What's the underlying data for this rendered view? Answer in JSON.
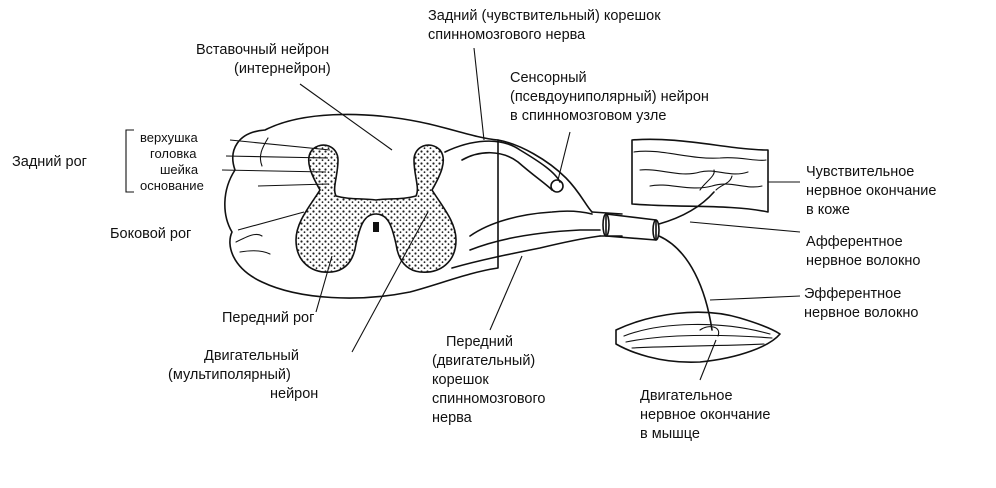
{
  "colors": {
    "ink": "#111111",
    "background": "#ffffff",
    "grey_matter": "#222222"
  },
  "labels": {
    "posterior_root": [
      "Задний (чувствительный) корешок",
      "спинномозгового нерва"
    ],
    "interneuron": [
      "Вставочный нейрон",
      "(интернейрон)"
    ],
    "sensory_neuron": [
      "Сенсорный",
      "(псевдоуниполярный) нейрон",
      "в спинномозговом узле"
    ],
    "dorsal_horn_parts": [
      "верхушка",
      "головка",
      "шейка",
      "основание"
    ],
    "dorsal_horn": "Задний рог",
    "lateral_horn": "Боковой рог",
    "anterior_horn": "Передний рог",
    "motor_neuron": [
      "Двигательный",
      "(мультиполярный)",
      "нейрон"
    ],
    "anterior_root": [
      "Передний",
      "(двигательный)",
      "корешок",
      "спинномозгового",
      "нерва"
    ],
    "skin_ending": [
      "Чувствительное",
      "нервное окончание",
      "в коже"
    ],
    "afferent_fiber": [
      "Афферентное",
      "нервное волокно"
    ],
    "efferent_fiber": [
      "Эфферентное",
      "нервное волокно"
    ],
    "muscle_ending": [
      "Двигательное",
      "нервное окончание",
      "в мышце"
    ]
  }
}
